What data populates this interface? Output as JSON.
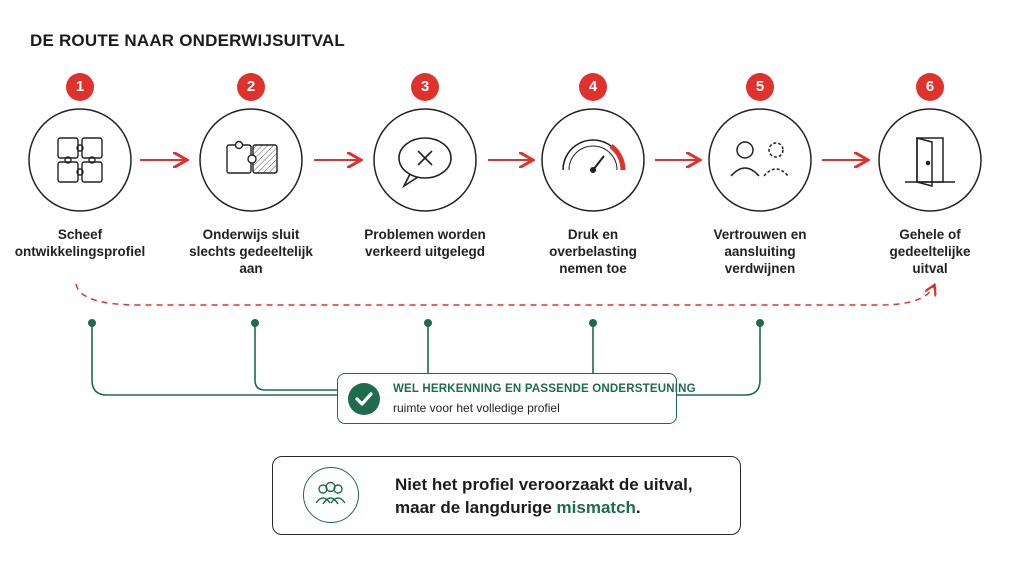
{
  "title": "DE ROUTE NAAR ONDERWIJSUITVAL",
  "steps": [
    {
      "number": "1",
      "icon": "puzzle-icon",
      "label_lines": [
        "Scheef",
        "ontwikkelingsprofiel"
      ]
    },
    {
      "number": "2",
      "icon": "partial-puzzle-icon",
      "label_lines": [
        "Onderwijs sluit",
        "slechts gedeeltelijk",
        "aan"
      ]
    },
    {
      "number": "3",
      "icon": "speech-bubble-x-icon",
      "label_lines": [
        "Problemen worden",
        "verkeerd uitgelegd"
      ]
    },
    {
      "number": "4",
      "icon": "gauge-icon",
      "label_lines": [
        "Druk en",
        "overbelasting",
        "nemen toe"
      ]
    },
    {
      "number": "5",
      "icon": "people-fading-icon",
      "label_lines": [
        "Vertrouwen en",
        "aansluiting",
        "verdwijnen"
      ]
    },
    {
      "number": "6",
      "icon": "open-door-icon",
      "label_lines": [
        "Gehele of",
        "gedeeltelijke",
        "uitval"
      ]
    }
  ],
  "support": {
    "title": "WEL HERKENNING EN PASSENDE ONDERSTEUNING",
    "subtitle": "ruimte voor het volledige profiel",
    "icon": "checkmark-icon"
  },
  "conclusion": {
    "line1": "Niet het profiel veroorzaakt de uitval,",
    "line2_prefix": "maar de langdurige ",
    "line2_highlight": "mismatch",
    "line2_suffix": ".",
    "icon": "group-people-icon"
  },
  "colors": {
    "accent_red": "#e0322c",
    "accent_green": "#1e6b4e",
    "text": "#1c1c1c"
  }
}
